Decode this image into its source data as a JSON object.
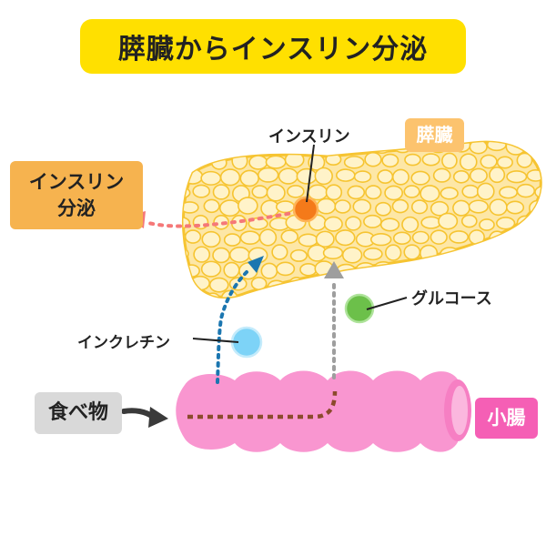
{
  "title": "膵臓からインスリン分泌",
  "labels": {
    "insulin": "インスリン",
    "pancreas": "膵臓",
    "insulin_secretion": "インスリン\n分泌",
    "glucose": "グルコース",
    "incretin": "インクレチン",
    "food": "食べ物",
    "small_intestine": "小腸"
  },
  "colors": {
    "title_bg": "#ffe000",
    "pancreas_fill": "#fde7a6",
    "pancreas_cell": "#fff3c9",
    "pancreas_outline": "#f6c431",
    "pancreas_label_bg": "#fcc36e",
    "secretion_box_bg": "#f6b34f",
    "insulin_dot": "#f47a1a",
    "secretion_arrow": "#f57878",
    "glucose_dot": "#6cc04a",
    "incretin_dot": "#7dd3f7",
    "incretin_path": "#1b76b0",
    "glucose_path": "#9e9e9e",
    "intestine": "#f996d0",
    "intestine_label_bg": "#f55fb5",
    "food_path": "#8b4a2c",
    "food_box_bg": "#d9d9d9"
  }
}
